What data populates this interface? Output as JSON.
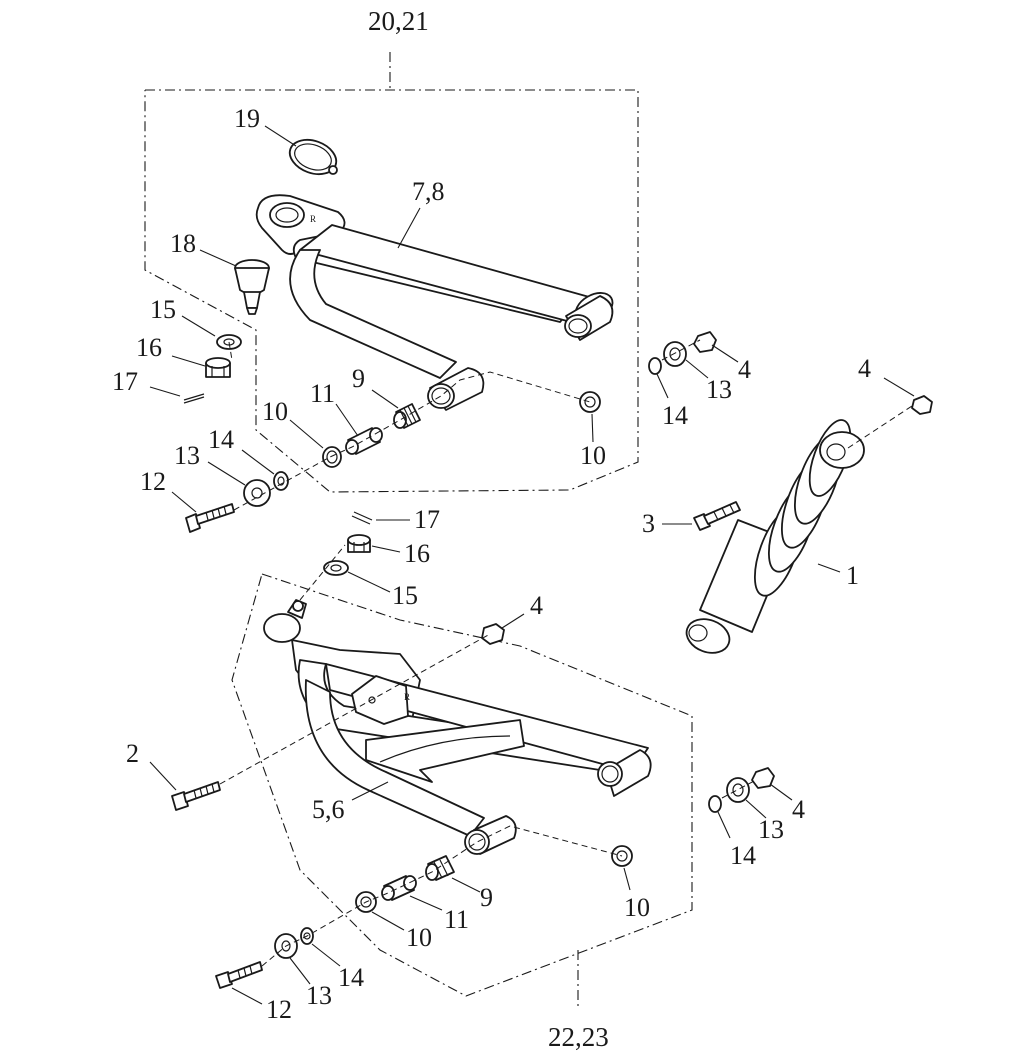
{
  "diagram": {
    "assembly_labels": {
      "upper_arm_assembly": "20,21",
      "lower_arm_assembly": "22,23"
    },
    "upper_arm": {
      "snap_ring": "19",
      "arm": "7,8",
      "ball_joint": "18",
      "washer_15": "15",
      "castle_nut_16": "16",
      "cotter_pin_17": "17",
      "bushing_9": "9",
      "collar_11": "11",
      "seal_10_left": "10",
      "seal_10_right": "10",
      "washer_14": "14",
      "washer_13": "13",
      "bolt_12": "12"
    },
    "upper_right_hardware": {
      "nut_4": "4",
      "washer_13": "13",
      "washer_14": "14"
    },
    "shock_absorber": {
      "nut_4": "4",
      "bolt_3": "3",
      "shock_1": "1"
    },
    "lower_arm": {
      "cotter_pin_17": "17",
      "castle_nut_16": "16",
      "washer_15": "15",
      "nut_4": "4",
      "bolt_2": "2",
      "arm": "5,6",
      "bushing_9": "9",
      "collar_11": "11",
      "seal_10_left": "10",
      "seal_10_right": "10",
      "washer_13": "13",
      "washer_14": "14",
      "bolt_12": "12"
    },
    "lower_right_hardware": {
      "nut_4": "4",
      "washer_13": "13",
      "washer_14": "14"
    }
  }
}
